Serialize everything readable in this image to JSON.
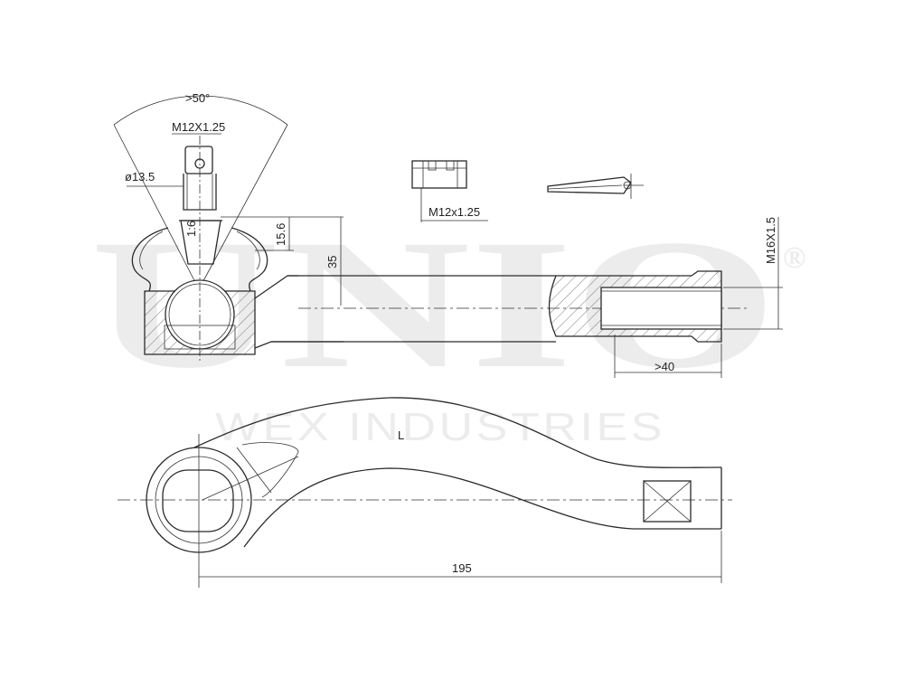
{
  "watermark": {
    "brand": "UNIO",
    "registered": "®",
    "subtitle": "WEX INDUSTRIES"
  },
  "dimensions": {
    "angle": ">50°",
    "stud_thread": "M12X1.25",
    "stud_diameter": "ø13.5",
    "taper": "1:6",
    "height_small": "15.6",
    "height_large": "35",
    "nut_thread": "M12x1.25",
    "rod_thread": "M16X1.5",
    "thread_length": ">40",
    "overall_length": "195",
    "side_marker": "L"
  },
  "colors": {
    "line": "#2a2a2a",
    "watermark": "#ececec",
    "background": "#ffffff"
  }
}
